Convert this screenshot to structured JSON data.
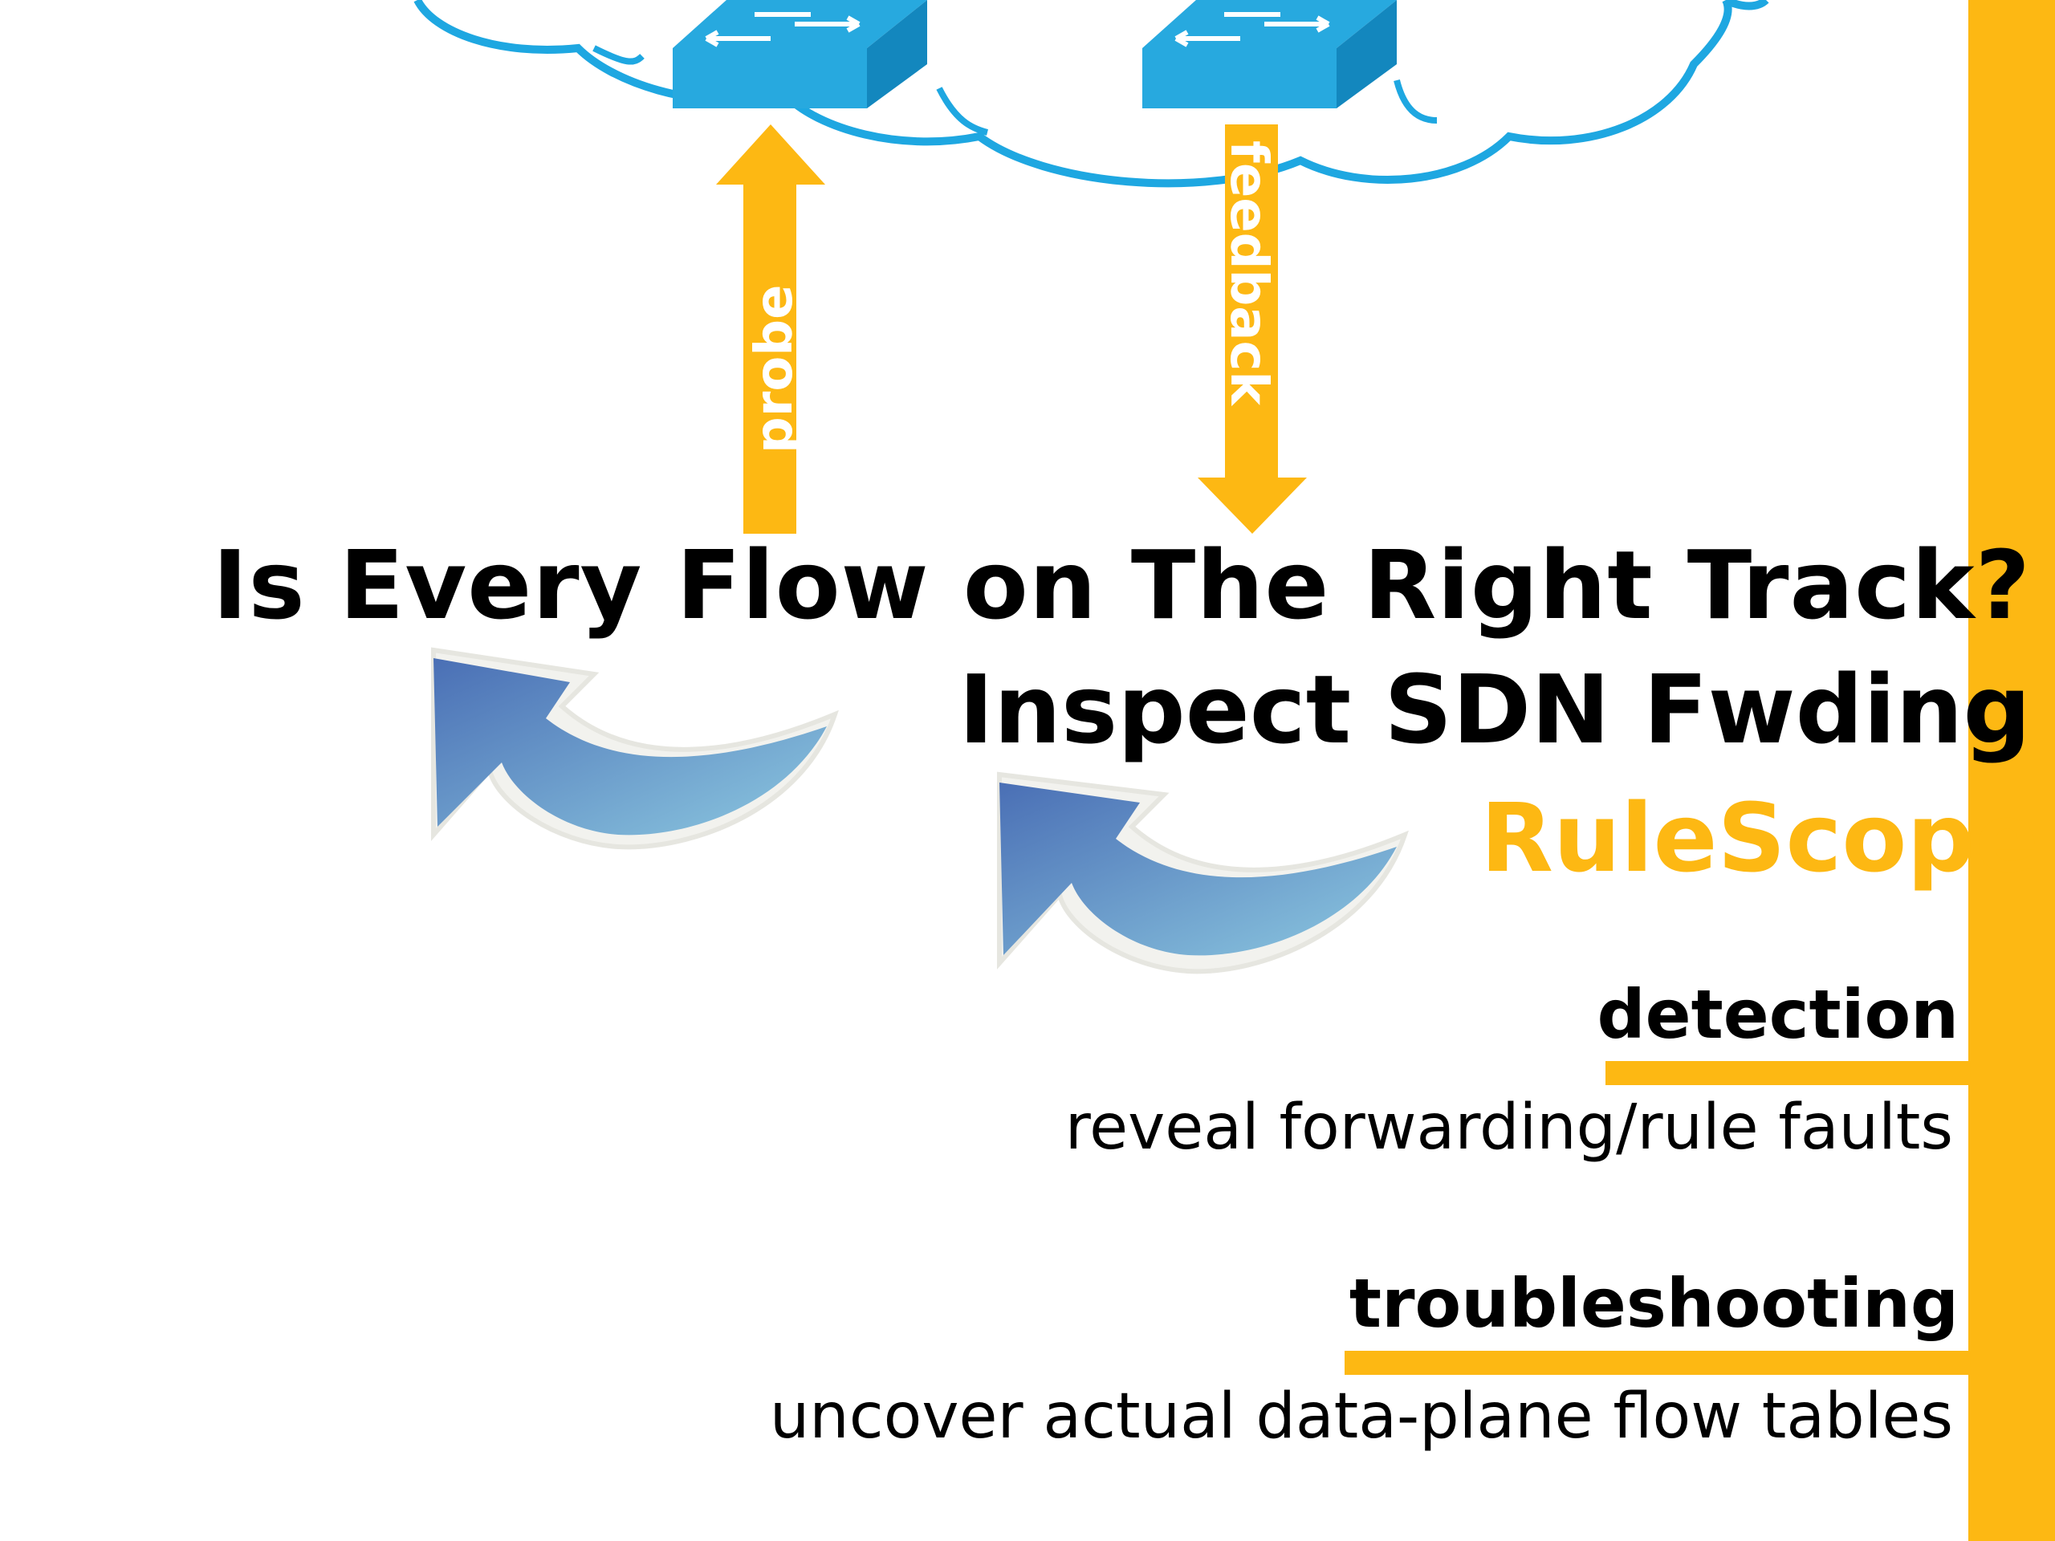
{
  "colors": {
    "accent": "#FDB813",
    "cloud_stroke": "#1EA7E1",
    "switch_top": "#27A9DF",
    "switch_side": "#1387BE",
    "arrow_blue_dark": "#4A6FB5",
    "arrow_blue_light": "#8CC8E0",
    "text": "#000000"
  },
  "diagram": {
    "probe_label": "probe",
    "feedback_label": "feedback",
    "switch_icons": [
      "network-switch-icon",
      "network-switch-icon"
    ],
    "cloud_icon": "network-cloud-icon",
    "curved_arrow_icon": "curved-arrow-icon"
  },
  "headline": {
    "line1": "Is Every Flow on The Right Track?",
    "line2": "Inspect SDN Fwding",
    "line3": "RuleScope"
  },
  "sections": [
    {
      "heading": "detection",
      "description": "reveal forwarding/rule faults"
    },
    {
      "heading": "troubleshooting",
      "description": "uncover actual data-plane flow tables"
    }
  ]
}
